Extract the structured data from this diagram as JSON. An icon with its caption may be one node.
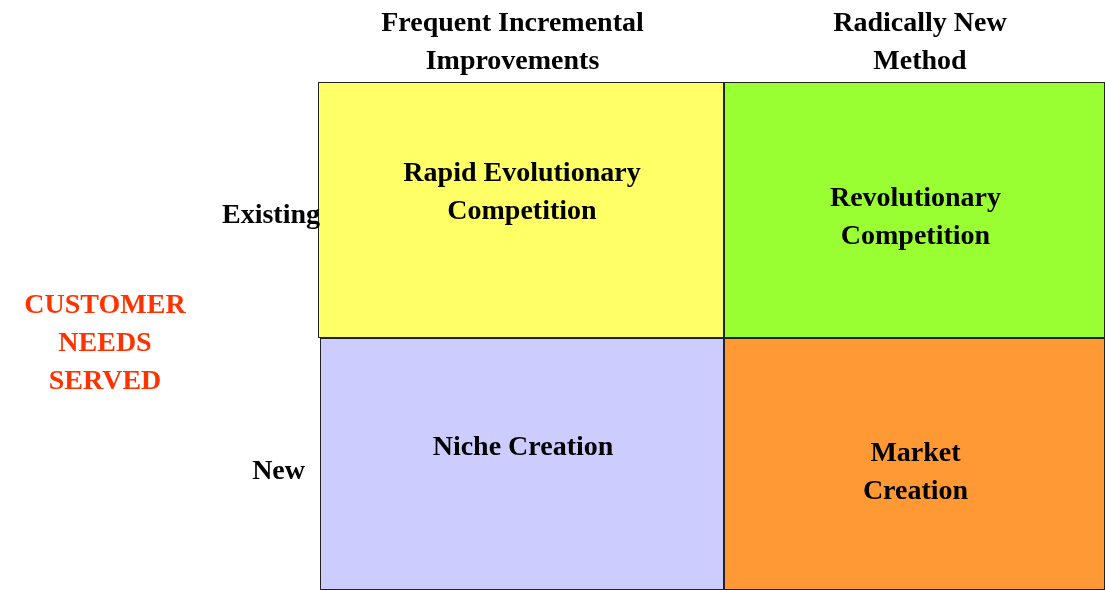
{
  "diagram": {
    "nodes": [
      {
        "text": [
          "Rapid Evolutionary Competition"
        ]
      },
      {
        "text": [
          "Revolutionary Competition"
        ]
      },
      {
        "text": [
          "Niche Creation"
        ]
      },
      {
        "text": [
          "Market Creation"
        ]
      }
    ],
    "labels": [
      "Frequent Incremental Improvements",
      "Radically New Method",
      "Existing",
      "CUSTOMER NEEDS SERVED",
      "New"
    ]
  }
}
